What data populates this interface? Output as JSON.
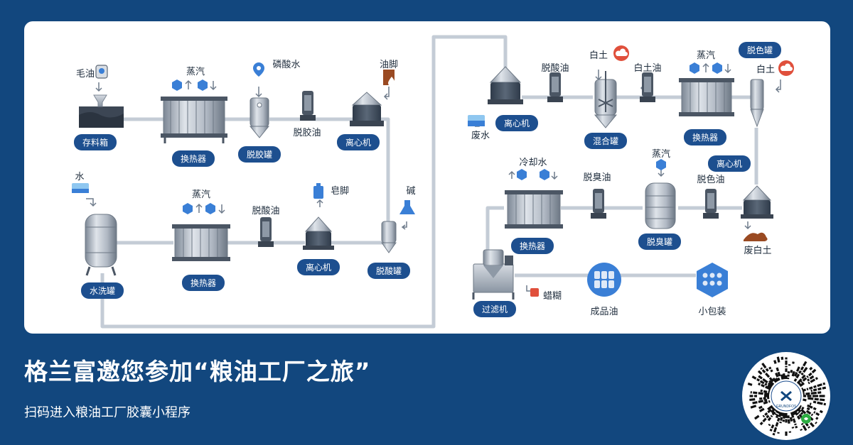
{
  "colors": {
    "background": "#12477e",
    "pill": "#1d4f8f",
    "pipe": "#c4ccd6",
    "equipment": "#9aa4b1",
    "accent_blue": "#3a7fd6",
    "accent_red": "#e0503c",
    "accent_brown": "#9a4a22"
  },
  "headline": "格兰富邀您参加“粮油工厂之旅”",
  "subline": "扫码进入粮油工厂胶囊小程序",
  "qr": {
    "brand_text": "GRUNDFOS"
  },
  "diagram": {
    "inputs": {
      "crude_oil": "毛油",
      "phosphoric_water": "磷酸水",
      "oil_foot": "油脚",
      "water": "水",
      "soapstock": "皂脚",
      "alkali": "碱",
      "waste_water": "废水",
      "clay_1": "白土",
      "clay_oil": "白土油",
      "clay_2": "白土",
      "waste_clay": "废白土",
      "wax": "蜡糊"
    },
    "streams": {
      "steam_1": "蒸汽",
      "degummed_oil": "脱胶油",
      "steam_2": "蒸汽",
      "deacid_oil_1": "脱酸油",
      "deacid_oil_2": "脱酸油",
      "steam_3": "蒸汽",
      "cooling_water": "冷却水",
      "deodorized_oil": "脱臭油",
      "steam_4": "蒸汽",
      "decolored_oil": "脱色油"
    },
    "equipment": {
      "storage_tank": "存料箱",
      "heat_exchanger_1": "换热器",
      "degumming_tank": "脱胶罐",
      "centrifuge_1": "离心机",
      "water_wash_tank": "水洗罐",
      "heat_exchanger_2": "换热器",
      "centrifuge_2": "离心机",
      "deacid_tank": "脱酸罐",
      "centrifuge_3": "离心机",
      "mixing_tank": "混合罐",
      "heat_exchanger_3": "换热器",
      "decolor_tank": "脱色罐",
      "centrifuge_4": "离心机",
      "heat_exchanger_4": "换热器",
      "deodor_tank": "脱臭罐",
      "filter": "过滤机"
    },
    "outputs": {
      "finished_oil": "成品油",
      "small_package": "小包装"
    }
  }
}
